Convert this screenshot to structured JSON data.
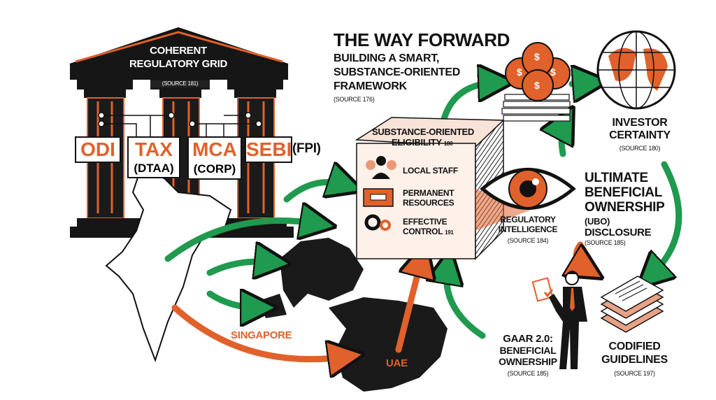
{
  "colors": {
    "accent_orange": "#e0612b",
    "arrow_green": "#1f9a4e",
    "ink": "#111111"
  },
  "temple": {
    "title_line1": "COHERENT",
    "title_line2": "REGULATORY GRID",
    "source": "(SOURCE 181)",
    "boxes": [
      {
        "label": "ODI"
      },
      {
        "label": "TAX",
        "sub": "(DTAA)"
      },
      {
        "label": "MCA",
        "sub": "(CORP)"
      },
      {
        "label": "SEBI",
        "suffix": "(FPI)"
      }
    ]
  },
  "map": {
    "singapore": "SINGAPORE",
    "uae": "UAE"
  },
  "header": {
    "title": "THE WAY FORWARD",
    "subtitle_line1": "BUILDING A SMART,",
    "subtitle_line2": "SUBSTANCE-ORIENTED",
    "subtitle_line3": "FRAMEWORK",
    "source": "(SOURCE 176)"
  },
  "eligibility_box": {
    "title_line1": "SUBSTANCE-ORIENTED",
    "title_line2": "ELIGIBILITY",
    "title_ref": "180",
    "items": [
      {
        "icon": "staff-icon",
        "line1": "LOCAL STAFF",
        "line2": "",
        "ref": ""
      },
      {
        "icon": "folder-icon",
        "line1": "PERMANENT",
        "line2": "RESOURCES",
        "ref": ""
      },
      {
        "icon": "gears-icon",
        "line1": "EFFECTIVE",
        "line2": "CONTROL",
        "ref": "191"
      }
    ]
  },
  "investor": {
    "line1": "INVESTOR",
    "line2": "CERTAINTY",
    "source": "(SOURCE 180)"
  },
  "regulatory": {
    "line1": "REGULATORY",
    "line2": "INTELLIGENCE",
    "source": "(SOURCE 184)"
  },
  "ubo": {
    "line1": "ULTIMATE",
    "line2": "BENEFICIAL",
    "line3": "OWNERSHIP",
    "line4": "(UBO)",
    "line5": "DISCLOSURE",
    "source": "(SOURCE 185)"
  },
  "gaar": {
    "line1": "GAAR 2.0:",
    "line2": "BENEFICIAL",
    "line3": "OWNERSHIP",
    "source": "(SOURCE 185)"
  },
  "codified": {
    "line1": "CODIFIED",
    "line2": "GUIDELINES",
    "source": "(SOURCE 197)"
  },
  "money_symbol": "$"
}
